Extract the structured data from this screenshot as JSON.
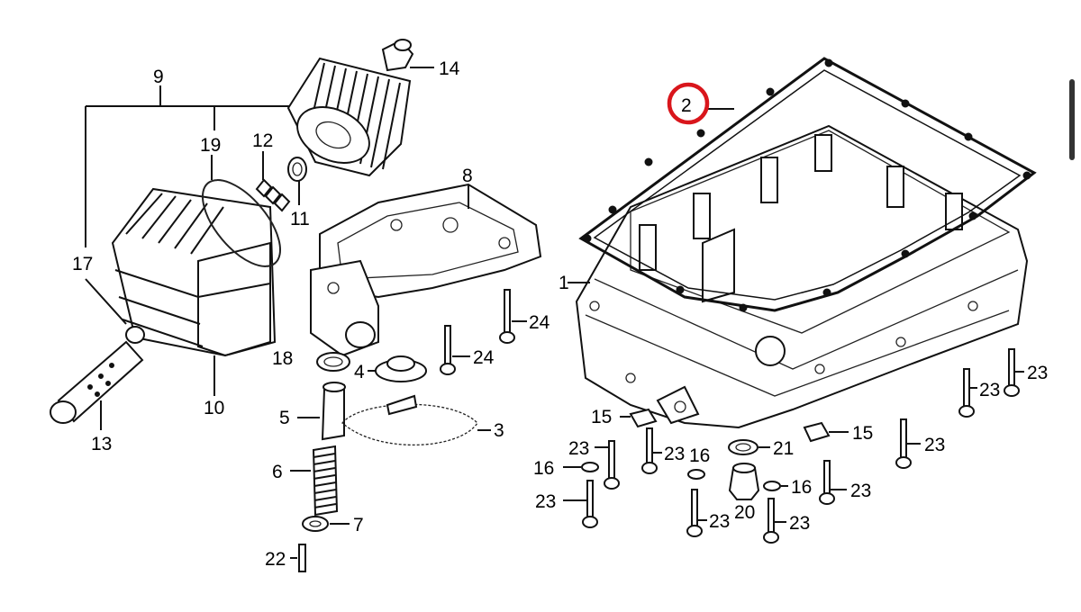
{
  "diagram": {
    "callouts": [
      {
        "id": "c1",
        "text": "1"
      },
      {
        "id": "c2",
        "text": "2"
      },
      {
        "id": "c3",
        "text": "3"
      },
      {
        "id": "c4",
        "text": "4"
      },
      {
        "id": "c5",
        "text": "5"
      },
      {
        "id": "c6",
        "text": "6"
      },
      {
        "id": "c7",
        "text": "7"
      },
      {
        "id": "c8",
        "text": "8"
      },
      {
        "id": "c9",
        "text": "9"
      },
      {
        "id": "c10",
        "text": "10"
      },
      {
        "id": "c11",
        "text": "11"
      },
      {
        "id": "c12",
        "text": "12"
      },
      {
        "id": "c13",
        "text": "13"
      },
      {
        "id": "c14",
        "text": "14"
      },
      {
        "id": "c15a",
        "text": "15"
      },
      {
        "id": "c15b",
        "text": "15"
      },
      {
        "id": "c16a",
        "text": "16"
      },
      {
        "id": "c16b",
        "text": "16"
      },
      {
        "id": "c16c",
        "text": "16"
      },
      {
        "id": "c17",
        "text": "17"
      },
      {
        "id": "c18",
        "text": "18"
      },
      {
        "id": "c19",
        "text": "19"
      },
      {
        "id": "c20",
        "text": "20"
      },
      {
        "id": "c21",
        "text": "21"
      },
      {
        "id": "c22",
        "text": "22"
      },
      {
        "id": "c23a",
        "text": "23"
      },
      {
        "id": "c23b",
        "text": "23"
      },
      {
        "id": "c23c",
        "text": "23"
      },
      {
        "id": "c23d",
        "text": "23"
      },
      {
        "id": "c23e",
        "text": "23"
      },
      {
        "id": "c23f",
        "text": "23"
      },
      {
        "id": "c23g",
        "text": "23"
      },
      {
        "id": "c23h",
        "text": "23"
      },
      {
        "id": "c23i",
        "text": "23"
      },
      {
        "id": "c24a",
        "text": "24"
      },
      {
        "id": "c24b",
        "text": "24"
      }
    ],
    "highlight": {
      "target": "2",
      "color": "#d9161c"
    },
    "colors": {
      "ink": "#111111",
      "background": "#ffffff"
    }
  }
}
